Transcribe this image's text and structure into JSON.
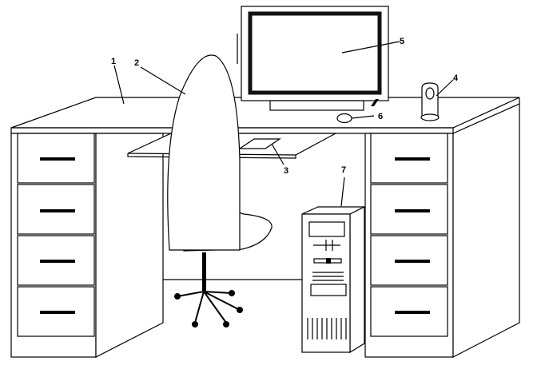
{
  "labels": [
    {
      "id": "l1",
      "text": "1"
    },
    {
      "id": "l2",
      "text": "2"
    },
    {
      "id": "l3",
      "text": "3"
    },
    {
      "id": "l4",
      "text": "4"
    },
    {
      "id": "l5",
      "text": "5"
    },
    {
      "id": "l6",
      "text": "6"
    },
    {
      "id": "l7",
      "text": "7"
    }
  ]
}
